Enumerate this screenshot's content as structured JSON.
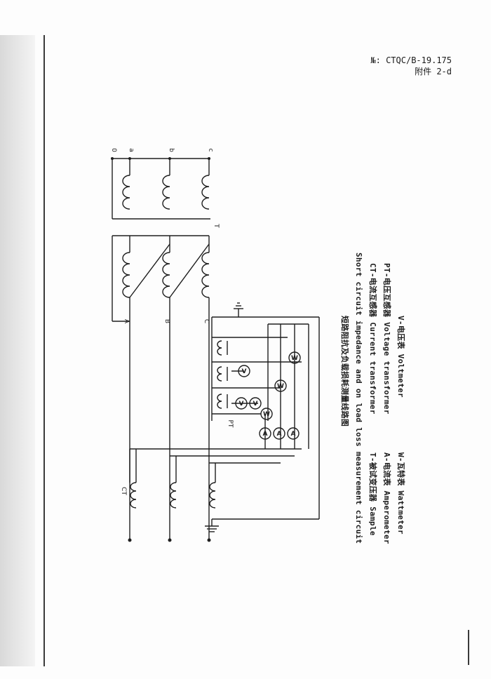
{
  "header": {
    "doc_number": "№: CTQC/B-19.175",
    "attachment": "附件 2-d"
  },
  "diagram": {
    "terminals_out": [
      "0",
      "a",
      "b",
      "c"
    ],
    "terminals_in": [
      "A",
      "B",
      "C"
    ],
    "label_T": "T",
    "label_PT": "PT",
    "label_CT": "CT",
    "meter_A": "A",
    "meter_V": "V",
    "meter_W": "W"
  },
  "caption": {
    "title_cn": "短路阻抗及负载损耗测量线路图",
    "title_en": "Short circuit impedance and on load loss measurement circuit",
    "legend": [
      "T-被试变压器 Sample",
      "CT-电流互感器 Current transformer",
      "A-电流表 Amperometer",
      "PT-电压互感器 Voltage transformer",
      "W-瓦特表 Wattmeter",
      "V-电压表 Voltmeter"
    ]
  }
}
